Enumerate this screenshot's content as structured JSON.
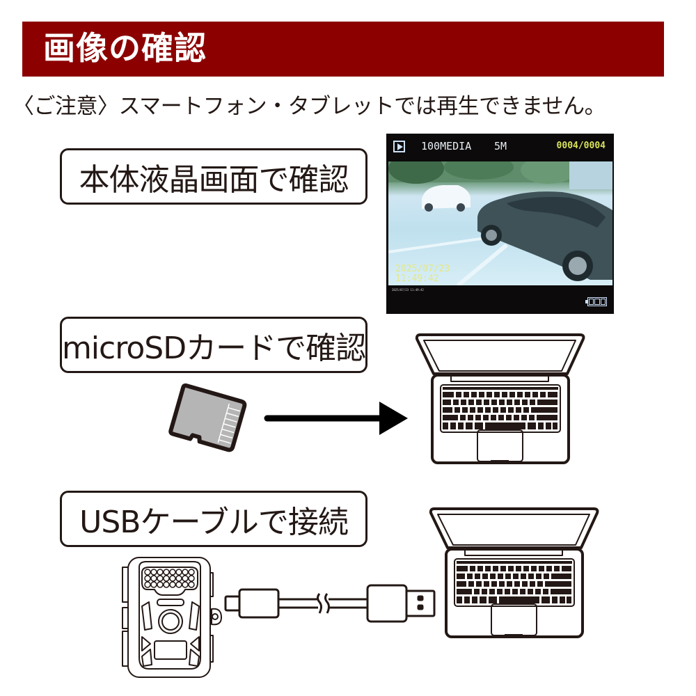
{
  "header": {
    "title": "画像の確認",
    "background_color": "#8c0000"
  },
  "notice": {
    "text": "〈ご注意〉スマートフォン・タブレットでは再生できません。"
  },
  "sections": [
    {
      "label": "本体液晶画面で確認",
      "illustration": "camera-lcd-screen"
    },
    {
      "label": "microSDカードで確認",
      "illustration": "microsd-to-laptop"
    },
    {
      "label": "USBケーブルで接続",
      "illustration": "camera-usb-laptop"
    }
  ],
  "lcd": {
    "mode_icon": "play-icon",
    "folder": "100MEDIA",
    "resolution": "5M",
    "file_counter": "0004/0004",
    "date": "2025/07/23",
    "time": "11:49:42",
    "stamp": "2025/07/23 11:49:42",
    "battery_icon": "battery-full-icon",
    "counter_color": "#d9e35a"
  }
}
